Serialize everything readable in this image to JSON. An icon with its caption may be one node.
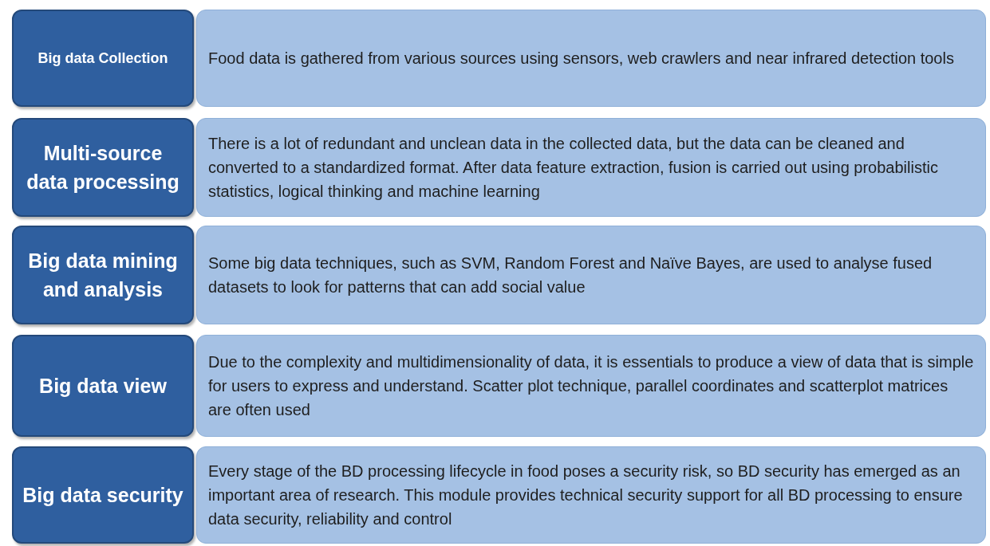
{
  "diagram": {
    "nodes": [
      {
        "text": [
          "Big data Collection"
        ]
      },
      {
        "text": [
          "Food data is gathered from various sources using sensors, web crawlers and near infrared detection tools"
        ]
      },
      {
        "text": [
          "Multi-source data processing"
        ]
      },
      {
        "text": [
          "There is a lot of redundant and unclean data in the collected data, but the data can be cleaned and converted to a standardized format. After data feature extraction, fusion is carried out using probabilistic statistics, logical thinking and machine learning"
        ]
      },
      {
        "text": [
          "Big data mining and analysis"
        ]
      },
      {
        "text": [
          "Some big data techniques, such as SVM, Random Forest and Naïve Bayes, are used to analyse fused datasets to look for patterns that can add social value"
        ]
      },
      {
        "text": [
          "Big data view"
        ]
      },
      {
        "text": [
          "Due to the complexity and multidimensionality of data, it is essentials to produce a view of data that is simple for users to express and understand. Scatter plot technique, parallel coordinates and scatterplot matrices are often used"
        ]
      },
      {
        "text": [
          "Big data security"
        ]
      },
      {
        "text": [
          "Every stage of the BD processing lifecycle in food poses a security risk, so BD security has emerged as an important area of research. This module provides technical security support for all BD processing to ensure data security, reliability and control"
        ]
      }
    ]
  }
}
